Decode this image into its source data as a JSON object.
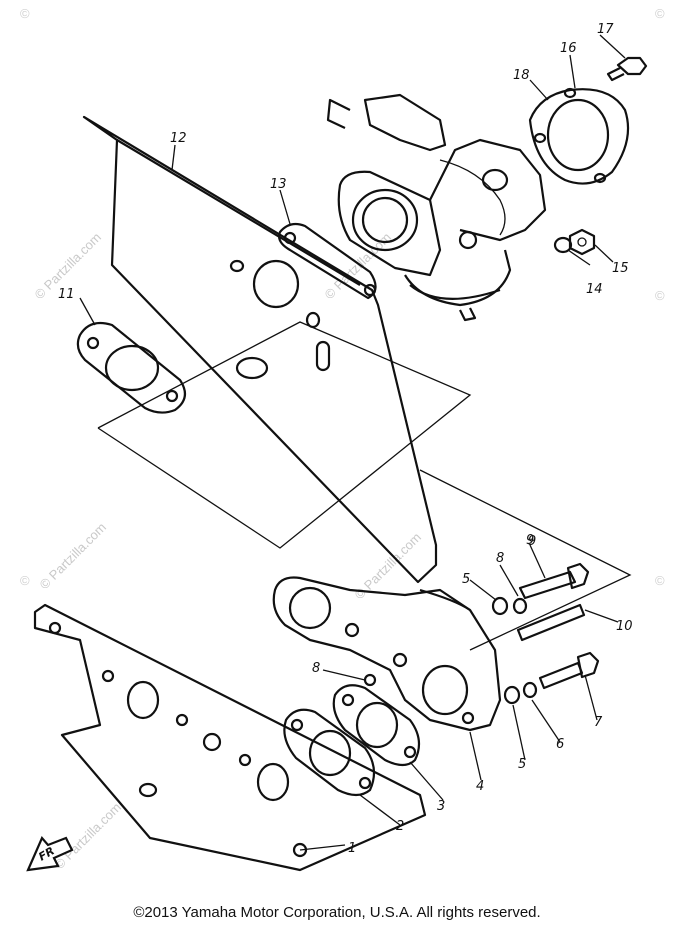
{
  "watermark": "© Partzilla.com",
  "corner_mark": "©",
  "callouts": [
    "1",
    "2",
    "3",
    "4",
    "5",
    "5",
    "6",
    "7",
    "8",
    "8",
    "9",
    "9",
    "10",
    "11",
    "12",
    "13",
    "14",
    "15",
    "16",
    "17",
    "18"
  ],
  "fr_mark": "FR",
  "copyright": "©2013  Yamaha Motor Corporation, U.S.A. All rights reserved."
}
